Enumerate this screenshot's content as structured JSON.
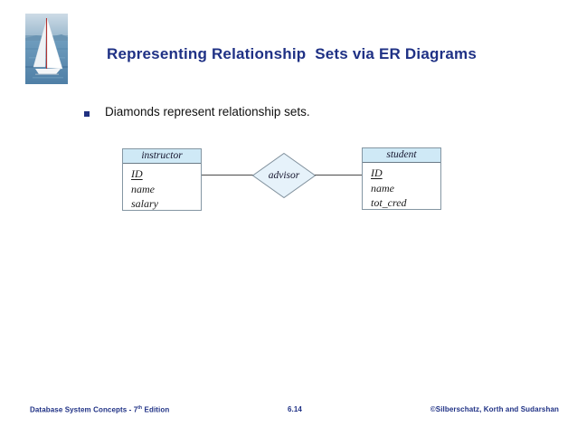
{
  "slide": {
    "title": "Representing Relationship  Sets via ER Diagrams",
    "bullet": "Diamonds represent relationship sets."
  },
  "logo": {
    "icon": "sailboat-photo"
  },
  "diagram": {
    "entities": [
      {
        "name": "instructor",
        "attributes": [
          "ID",
          "name",
          "salary"
        ],
        "key_attribute": "ID"
      },
      {
        "name": "student",
        "attributes": [
          "ID",
          "name",
          "tot_cred"
        ],
        "key_attribute": "ID"
      }
    ],
    "relationship": {
      "name": "advisor"
    }
  },
  "footer": {
    "left_prefix": "Database System Concepts - 7",
    "left_sup": "th",
    "left_suffix": " Edition",
    "page": "6.14",
    "right": "©Silberschatz, Korth and Sudarshan"
  },
  "colors": {
    "accent_navy": "#1f3185",
    "entity_header_fill": "#cfe9f6",
    "diamond_fill": "#e6f2fa",
    "box_border": "#8496a3",
    "connector": "#4a4a4a",
    "body_text": "#101010"
  }
}
